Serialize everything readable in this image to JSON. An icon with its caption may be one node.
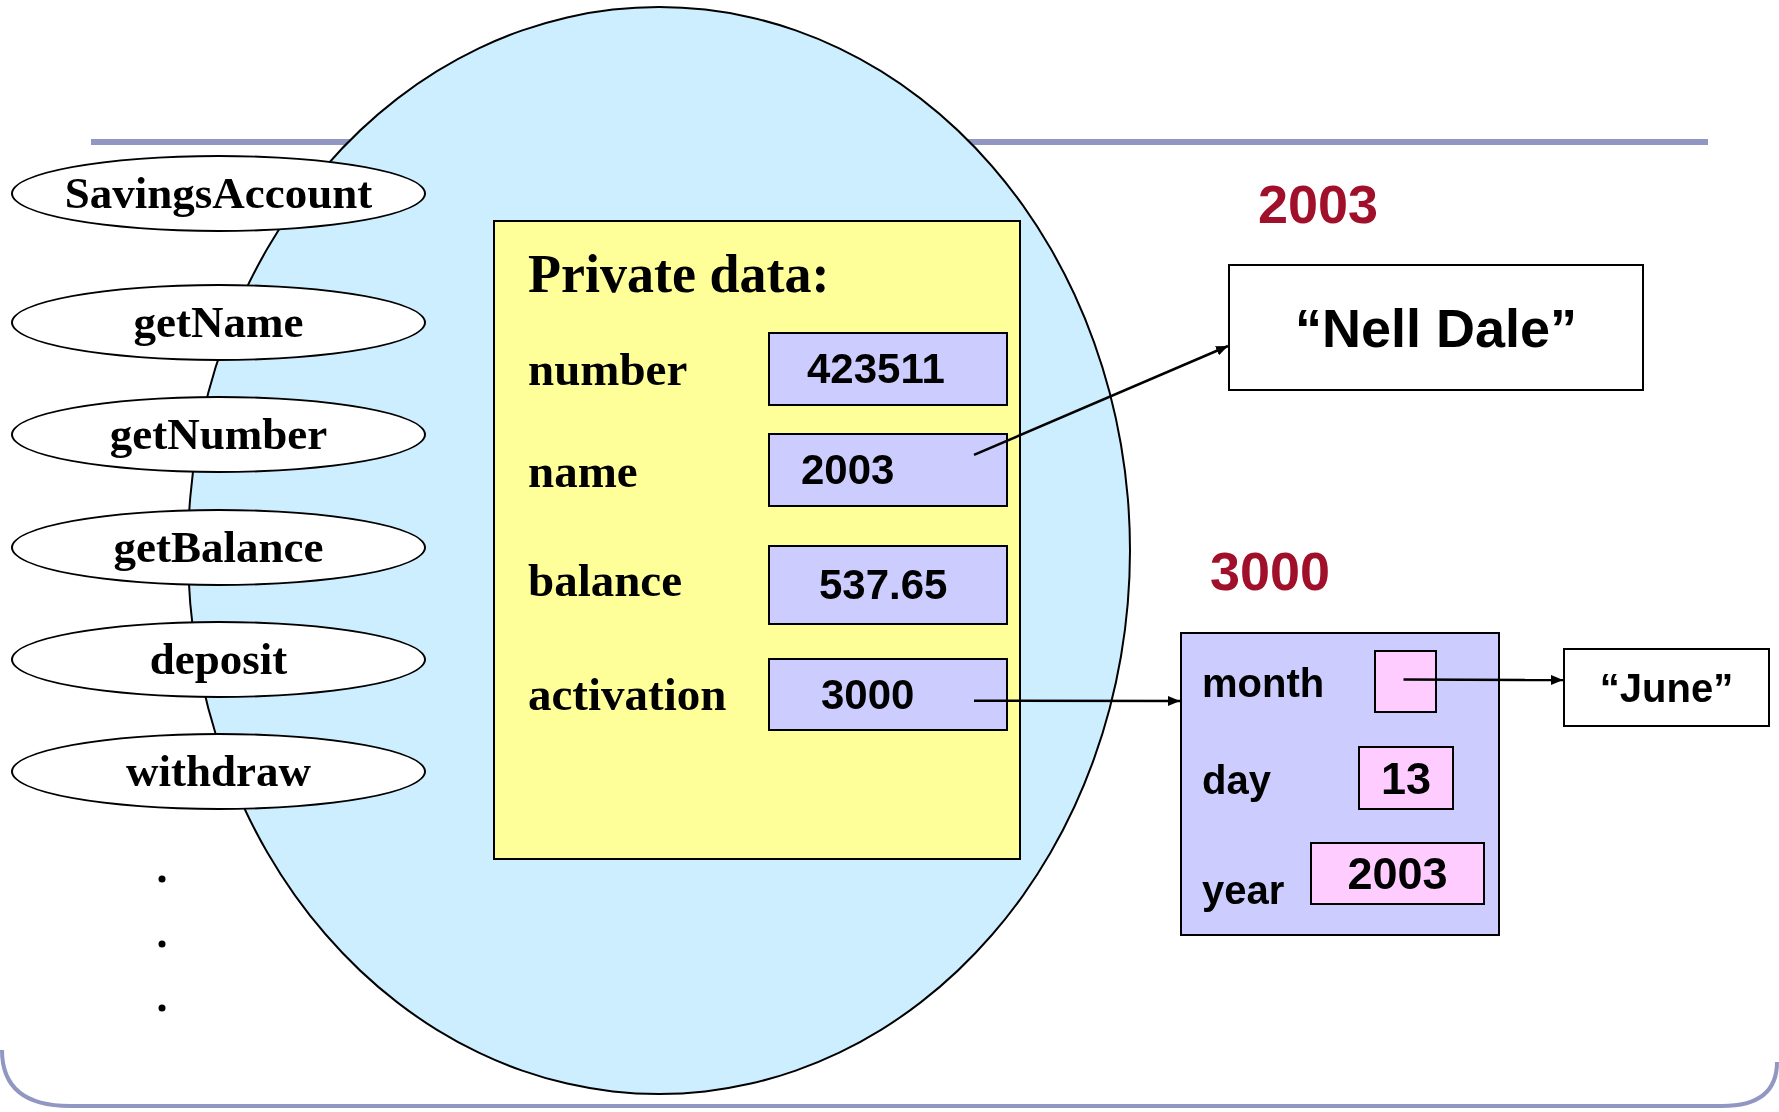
{
  "diagram": {
    "nodes": [
      {
        "text": [],
        "shape": "ellipse"
      },
      {
        "text": [
          "SavingsAccount"
        ]
      },
      {
        "text": [
          "getName"
        ]
      },
      {
        "text": [
          "getNumber"
        ]
      },
      {
        "text": [
          "getBalance"
        ]
      },
      {
        "text": [
          "deposit"
        ]
      },
      {
        "text": [
          "withdraw"
        ]
      },
      {
        "text": [
          "Private data:",
          "number",
          "name",
          "balance",
          "activation"
        ],
        "in": 0
      },
      {
        "text": [
          "423511"
        ],
        "in": 7
      },
      {
        "text": [
          "2003"
        ],
        "in": 7
      },
      {
        "text": [
          "537.65"
        ],
        "in": 7
      },
      {
        "text": [
          "3000"
        ],
        "in": 7
      },
      {
        "text": [
          "“Nell Dale”"
        ],
        "beside": [
          "2003"
        ]
      },
      {
        "text": [
          "month",
          "day",
          "year"
        ],
        "beside": [
          "3000"
        ]
      },
      {
        "text": [],
        "shape": "box",
        "in": 13
      },
      {
        "text": [
          "13"
        ],
        "in": 13
      },
      {
        "text": [
          "2003"
        ],
        "in": 13
      },
      {
        "text": [
          "“June”"
        ]
      }
    ],
    "edges": [
      {
        "from": 9,
        "to": 12,
        "arrow": "to"
      },
      {
        "from": 11,
        "to": 13,
        "arrow": "to"
      },
      {
        "from": 14,
        "to": 17,
        "arrow": "to"
      }
    ]
  }
}
